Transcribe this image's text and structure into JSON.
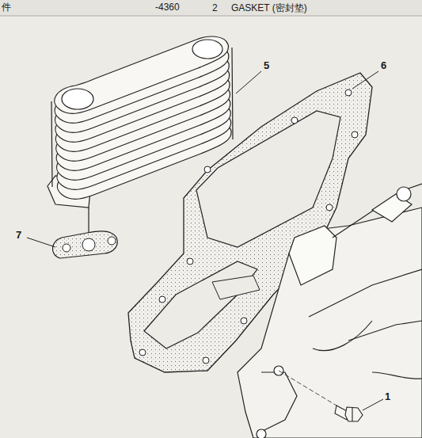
{
  "diagram": {
    "labels": [
      "件",
      "-4360",
      "2",
      "GASKET (密封垫)",
      "5",
      "6",
      "7",
      "1"
    ]
  }
}
